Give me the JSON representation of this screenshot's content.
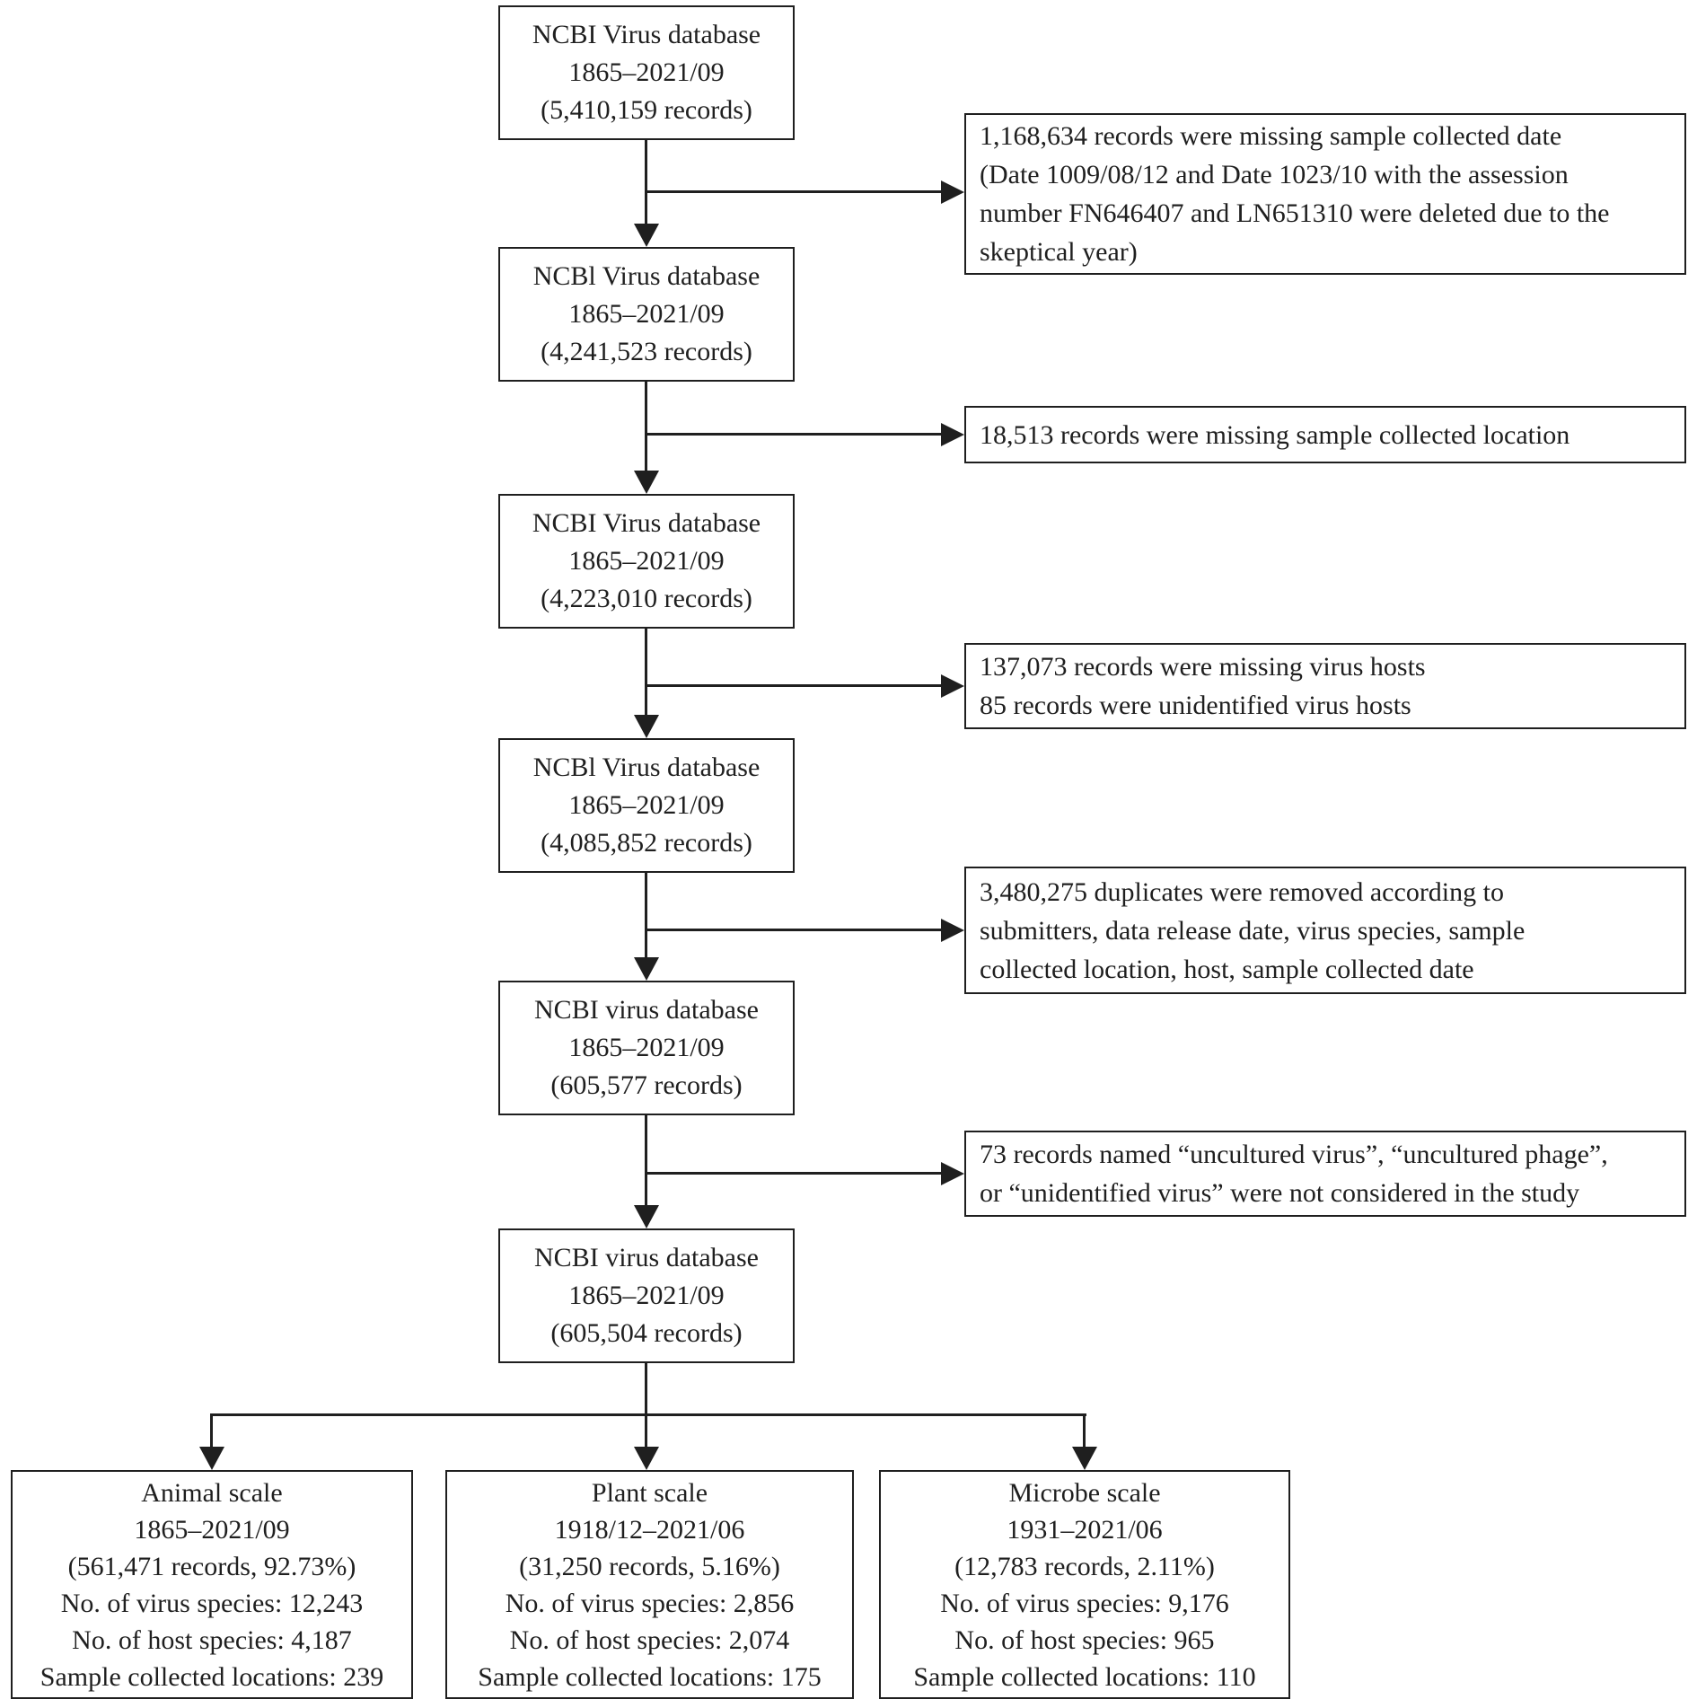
{
  "ink_color": "#1f1f1f",
  "flow": {
    "main_boxes": [
      {
        "lines": [
          "NCBI Virus database",
          "1865–2021/09",
          "(5,410,159 records)"
        ]
      },
      {
        "lines": [
          "NCBl Virus database",
          "1865–2021/09",
          "(4,241,523 records)"
        ]
      },
      {
        "lines": [
          "NCBI Virus database",
          "1865–2021/09",
          "(4,223,010 records)"
        ]
      },
      {
        "lines": [
          "NCBl Virus database",
          "1865–2021/09",
          "(4,085,852 records)"
        ]
      },
      {
        "lines": [
          "NCBI virus database",
          "1865–2021/09",
          "(605,577 records)"
        ]
      },
      {
        "lines": [
          "NCBI virus database",
          "1865–2021/09",
          "(605,504 records)"
        ]
      }
    ],
    "exclusion_boxes": [
      {
        "lines": [
          "1,168,634 records were missing sample collected date",
          "(Date 1009/08/12 and Date 1023/10 with the assession",
          "number FN646407 and LN651310 were deleted due to the",
          "skeptical year)"
        ]
      },
      {
        "lines": [
          "18,513 records were missing sample collected location"
        ]
      },
      {
        "lines": [
          "137,073 records were missing virus hosts",
          "85 records were unidentified virus hosts"
        ]
      },
      {
        "lines": [
          "3,480,275 duplicates were removed according to",
          "submitters, data release date, virus species, sample",
          "collected location, host, sample collected date"
        ]
      },
      {
        "lines": [
          "73 records named “uncultured virus”, “uncultured phage”,",
          "or “unidentified virus” were not considered in the study"
        ]
      }
    ],
    "scale_boxes": [
      {
        "lines": [
          "Animal scale",
          "1865–2021/09",
          "(561,471 records, 92.73%)",
          "No. of virus species: 12,243",
          "No. of host species: 4,187",
          "Sample collected locations: 239"
        ]
      },
      {
        "lines": [
          "Plant scale",
          "1918/12–2021/06",
          "(31,250 records, 5.16%)",
          "No. of virus species: 2,856",
          "No. of host species: 2,074",
          "Sample collected locations: 175"
        ]
      },
      {
        "lines": [
          "Microbe scale",
          "1931–2021/06",
          "(12,783 records, 2.11%)",
          "No. of virus species: 9,176",
          "No. of host species: 965",
          "Sample collected locations: 110"
        ]
      }
    ]
  }
}
